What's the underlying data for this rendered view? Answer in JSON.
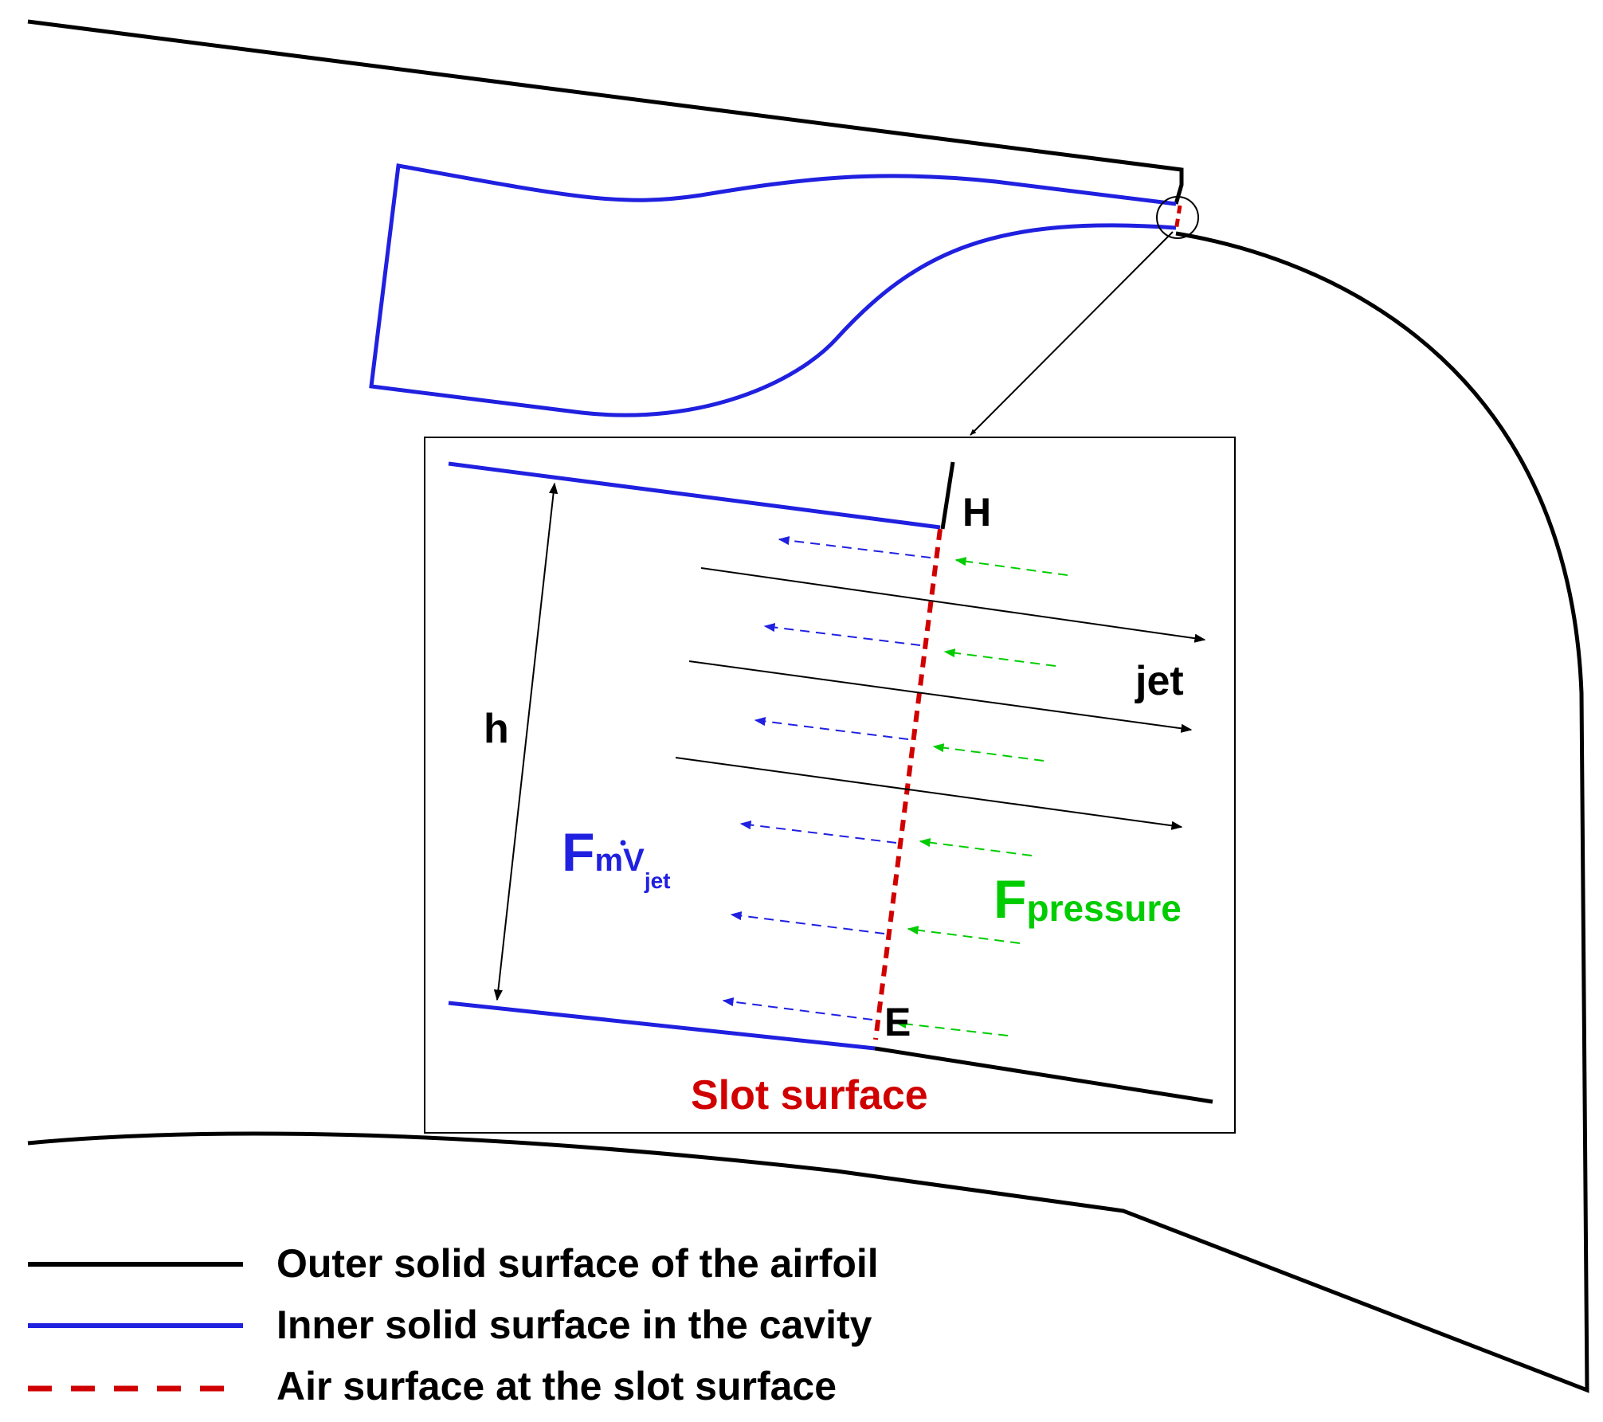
{
  "colors": {
    "outer": "#000000",
    "inner": "#2020e0",
    "slot": "#d00000",
    "pressure": "#00cc00",
    "background": "#ffffff"
  },
  "labels": {
    "H": "H",
    "E": "E",
    "h": "h",
    "jet": "jet",
    "slot_surface": "Slot surface",
    "f_momentum_F": "F",
    "f_momentum_m": "m",
    "f_momentum_v": "V",
    "f_momentum_sub": "jet",
    "f_pressure_F": "F",
    "f_pressure_sub": "pressure"
  },
  "legend": [
    {
      "style": "solid-black",
      "label": "Outer solid surface of the airfoil"
    },
    {
      "style": "solid-blue",
      "label": "Inner solid surface in the cavity"
    },
    {
      "style": "dashed-red",
      "label": "Air surface at the slot surface"
    }
  ]
}
